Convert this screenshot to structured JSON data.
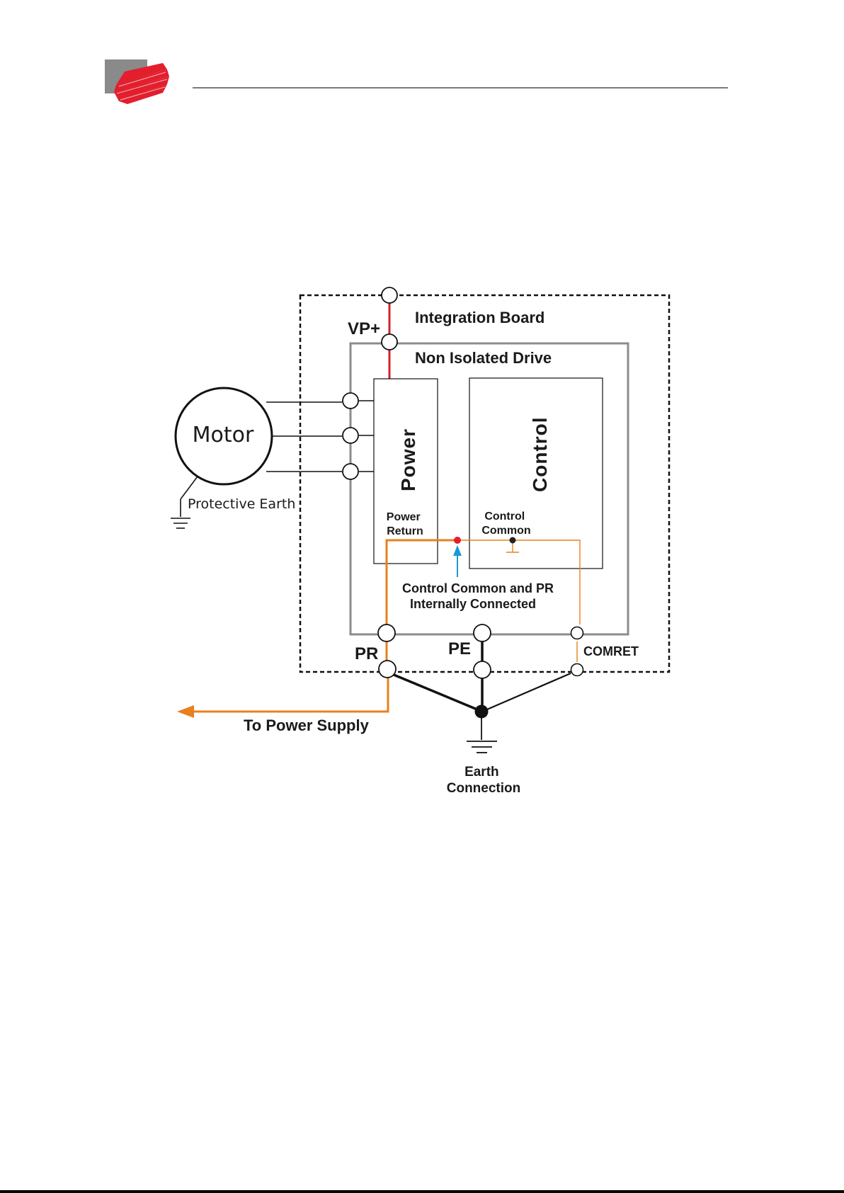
{
  "colors": {
    "logo_gray": "#8a8a8a",
    "logo_red": "#e31e2d",
    "header_rule": "#7a7a7a",
    "vp_line": "#d42127",
    "pr_line": "#e8801e",
    "arrow_blue": "#1a9ad6",
    "drive_border": "#8c8c8c",
    "wire": "#222222"
  },
  "diagram": {
    "integration_board": "Integration Board",
    "non_isolated_drive": "Non Isolated Drive",
    "vp_plus": "VP+",
    "motor": "Motor",
    "protective_earth": "Protective Earth",
    "power_block": "Power",
    "control_block": "Control",
    "power_return": [
      "Power",
      "Return"
    ],
    "control_common": [
      "Control",
      "Common"
    ],
    "internal_note": [
      "Control Common and PR",
      "Internally Connected"
    ],
    "pr": "PR",
    "pe": "PE",
    "comret": "COMRET",
    "to_power_supply": "To Power Supply",
    "earth_connection": [
      "Earth",
      "Connection"
    ]
  }
}
